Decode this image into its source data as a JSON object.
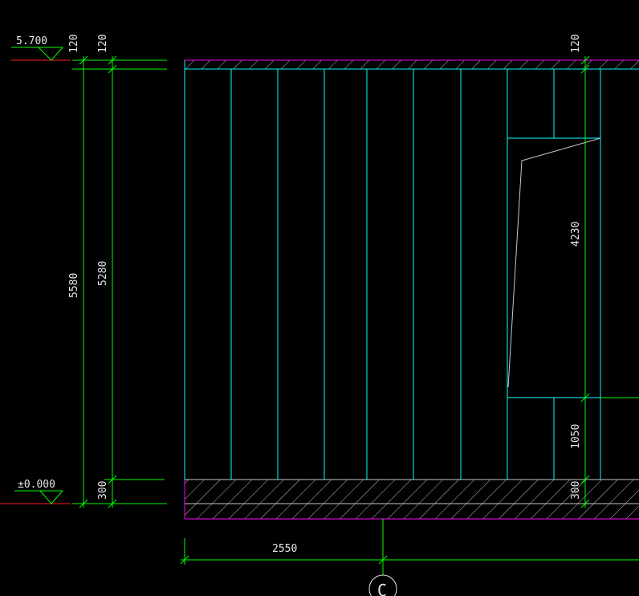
{
  "elevations": {
    "top": "5.700",
    "ground": "±0.000"
  },
  "dimensions": {
    "left_top_slab": "120",
    "inner_top_slab": "120",
    "overall_height": "5580",
    "clear_height": "5280",
    "foundation": "300",
    "right_top_slab": "120",
    "window_height": "4230",
    "sill_height": "1050",
    "right_foundation": "300",
    "bay_width": "2550"
  },
  "grid_axis": {
    "label": "C"
  },
  "colors": {
    "background": "#000000",
    "dimension": "#00ff00",
    "panel": "#00ffff",
    "level_line": "#ff2020",
    "slab_edge": "#ff00ff",
    "hatch": "#c8c8c8",
    "text": "#e6e6e6"
  }
}
